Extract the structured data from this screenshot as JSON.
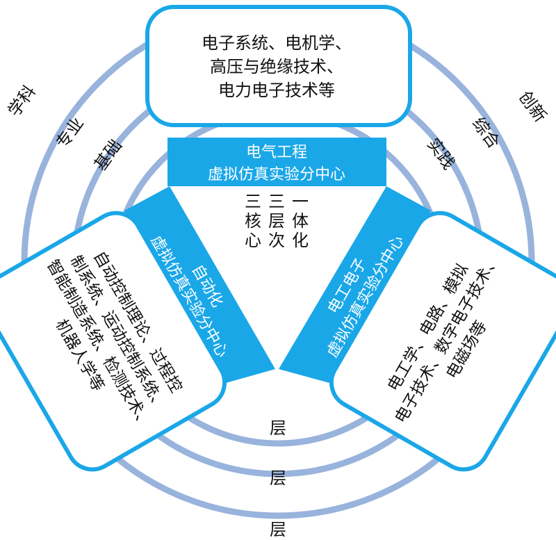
{
  "colors": {
    "ring": "#98b3dc",
    "accent": "#1aa7e8",
    "box_fill": "#ffffff",
    "text": "#111111"
  },
  "rings": {
    "outer": {
      "left_label": "学科",
      "right_label": "创新",
      "bottom_label": "层"
    },
    "middle": {
      "left_label": "专业",
      "right_label": "综合",
      "bottom_label": "层"
    },
    "inner": {
      "left_label": "基础",
      "right_label": "实践",
      "bottom_label": "层"
    }
  },
  "top_box": {
    "lines": [
      "电子系统、电机学、",
      "高压与绝缘技术、",
      "电力电子技术等"
    ]
  },
  "left_box": {
    "lines": [
      "自动控制理论、过程控",
      "制系统、运动控制系统、",
      "智能制造系统、检测技术、",
      "机器人学等"
    ]
  },
  "right_box": {
    "lines": [
      "电工学、电路、模拟",
      "电子技术、数字电子技术、",
      "电磁场等"
    ]
  },
  "center": {
    "top_lines": [
      "电气工程",
      "虚拟仿真实验分中心"
    ],
    "left_lines": [
      "自动化",
      "虚拟仿真实验分中心"
    ],
    "right_lines": [
      "电工电子",
      "虚拟仿真实验分中心"
    ],
    "core_columns": [
      "三核心",
      "三层次",
      "一体化"
    ]
  }
}
